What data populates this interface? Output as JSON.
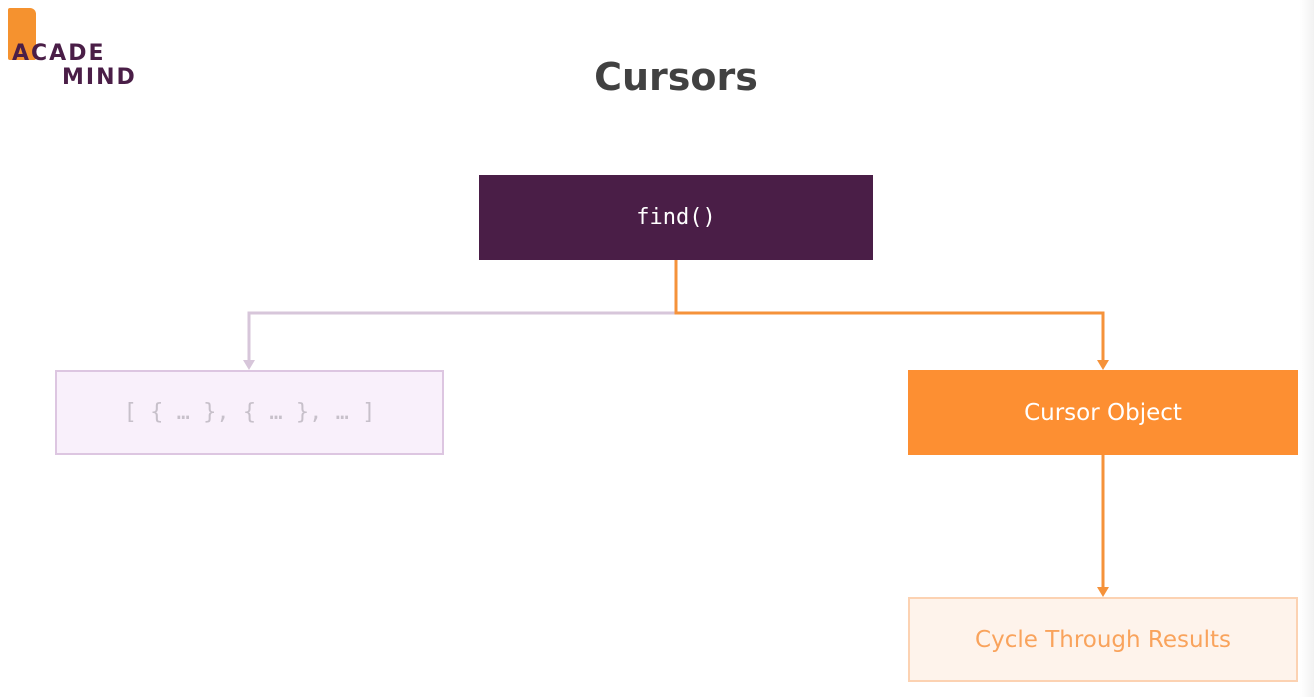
{
  "logo": {
    "line1": "ACADE",
    "line2": "MIND"
  },
  "title": "Cursors",
  "nodes": {
    "find": "find()",
    "array": "[ { … }, { … }, … ]",
    "cursor_object": "Cursor Object",
    "cycle": "Cycle Through Results"
  },
  "colors": {
    "primary_purple": "#4a1e47",
    "orange": "#fd8f32",
    "faded_purple_line": "#d7c6da",
    "orange_line": "#f5923a"
  }
}
